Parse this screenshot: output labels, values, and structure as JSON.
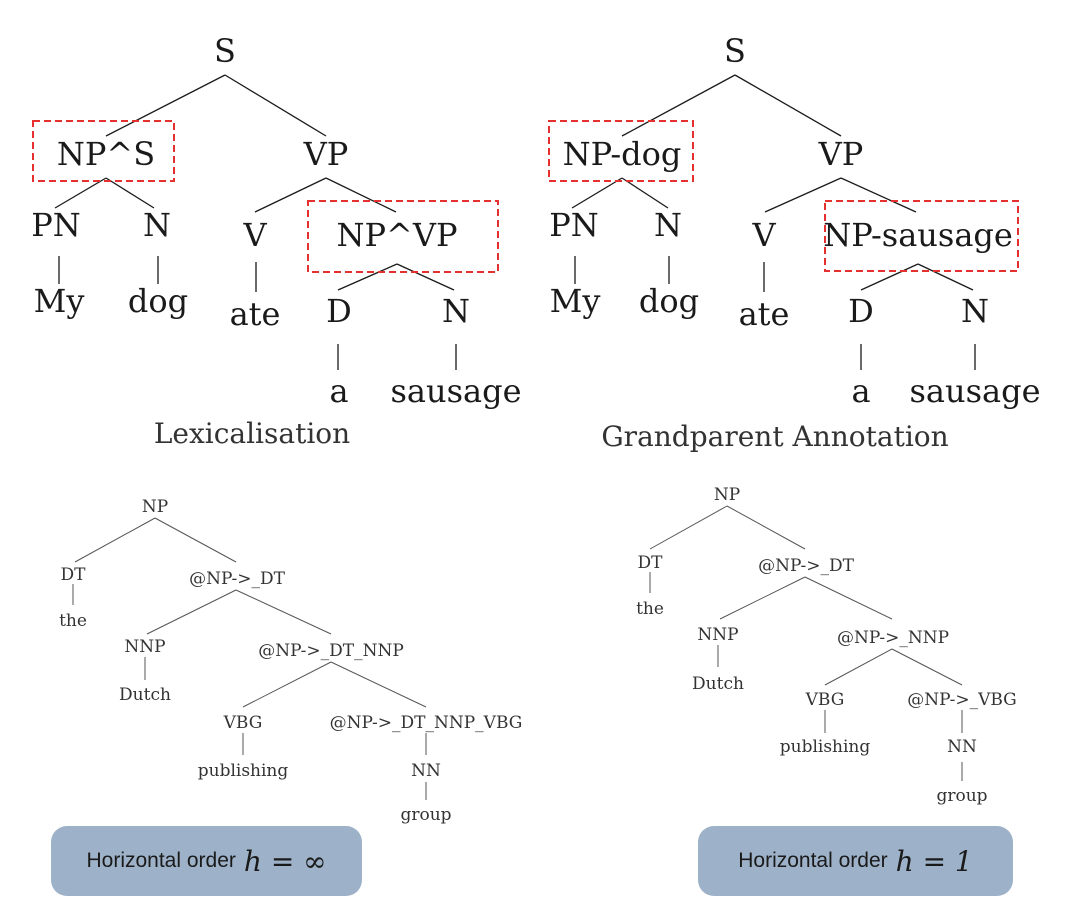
{
  "trees": {
    "lexicalisation": {
      "caption": "Lexicalisation",
      "labels": {
        "S": "S",
        "NP": "NP^S",
        "VP": "VP",
        "PN": "PN",
        "N1": "N",
        "V": "V",
        "NP2": "NP^VP",
        "D": "D",
        "N2": "N",
        "my": "My",
        "dog": "dog",
        "ate": "ate",
        "a": "a",
        "sausage": "sausage"
      }
    },
    "grandparent": {
      "caption": "Grandparent Annotation",
      "labels": {
        "S": "S",
        "NP": "NP-dog",
        "VP": "VP",
        "PN": "PN",
        "N1": "N",
        "V": "V",
        "NP2": "NP-sausage",
        "D": "D",
        "N2": "N",
        "my": "My",
        "dog": "dog",
        "ate": "ate",
        "a": "a",
        "sausage": "sausage"
      }
    },
    "h_infinity": {
      "labels": {
        "NP": "NP",
        "DT": "DT",
        "the": "the",
        "at1": "@NP->_DT",
        "NNP": "NNP",
        "Dutch": "Dutch",
        "at2": "@NP->_DT_NNP",
        "VBG": "VBG",
        "publishing": "publishing",
        "at3": "@NP->_DT_NNP_VBG",
        "NN": "NN",
        "group": "group"
      }
    },
    "h_one": {
      "labels": {
        "NP": "NP",
        "DT": "DT",
        "the": "the",
        "at1": "@NP->_DT",
        "NNP": "NNP",
        "Dutch": "Dutch",
        "at2": "@NP->_NNP",
        "VBG": "VBG",
        "publishing": "publishing",
        "at3": "@NP->_VBG",
        "NN": "NN",
        "group": "group"
      }
    }
  },
  "badges": {
    "left": {
      "text": "Horizontal order",
      "math": "h = ∞"
    },
    "right": {
      "text": "Horizontal order",
      "math": "h = 1"
    }
  },
  "colors": {
    "highlight": "#e53030",
    "badge_background": "#9db2c9"
  }
}
